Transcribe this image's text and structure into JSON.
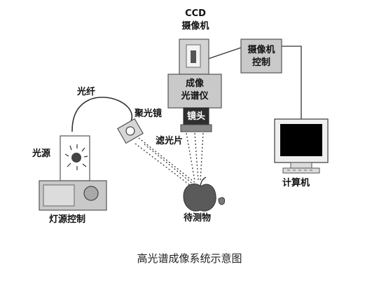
{
  "labels": {
    "ccd_line1": "CCD",
    "ccd_line2": "摄像机",
    "imaging_line1": "成像",
    "imaging_line2": "光谱仪",
    "lens": "镜头",
    "camera_ctrl_line1": "摄像机",
    "camera_ctrl_line2": "控制",
    "computer": "计算机",
    "fiber": "光纤",
    "condenser": "聚光镜",
    "light_source": "光源",
    "filter": "滤光片",
    "light_ctrl": "灯源控制",
    "sample": "待测物"
  },
  "caption": "高光谱成像系统示意图",
  "colors": {
    "box_fill": "#c9c9c9",
    "box_stroke": "#555555",
    "line": "#333333",
    "screen": "#000000",
    "sample_fill": "#5a5a5a"
  }
}
